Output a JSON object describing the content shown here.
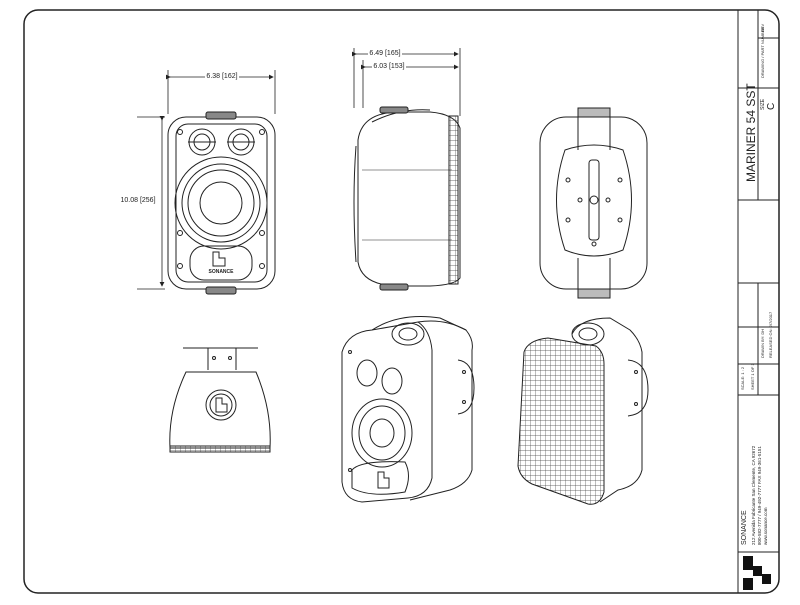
{
  "dimensions": {
    "front_width": "6.38 [162]",
    "front_height": "10.08 [256]",
    "side_depth_outer": "6.49 [165]",
    "side_depth_inner": "6.03 [153]"
  },
  "logo_text": "SONANCE",
  "title_block": {
    "product_title": "MARINER 54 SST",
    "size_label": "SIZE",
    "size_value": "C",
    "drawing_no_label": "DRAWING / PART NUMBER",
    "rev_label": "REV",
    "scale": "SCALE: 1 : 2",
    "sheet": "SHEET 1 OF 1",
    "drawn_by": "DRAWN BY:   DH",
    "released_on": "RELEASED ON: 2/7/2017",
    "company_name": "SONANCE",
    "company_address": "212 Avenida Fabricante  San Clemente, CA  92672",
    "company_phone": "800-582-7777 / 949-492-7777  FAX 949-361-5151",
    "company_web": "www.sonance.com"
  }
}
